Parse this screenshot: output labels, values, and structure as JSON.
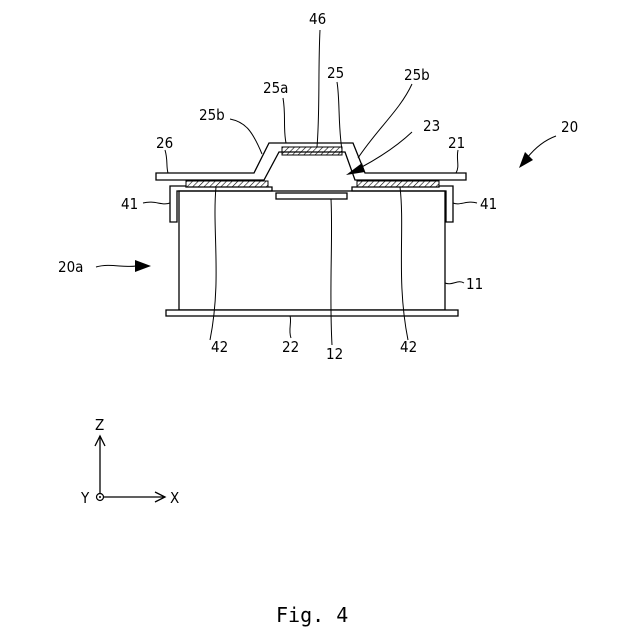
{
  "labels": {
    "l46": "46",
    "l25": "25",
    "l25a": "25a",
    "l25b_top": "25b",
    "l25b_left": "25b",
    "l23": "23",
    "l20": "20",
    "l26": "26",
    "l21": "21",
    "l41_left": "41",
    "l41_right": "41",
    "l20a": "20a",
    "l11": "11",
    "l42_left": "42",
    "l22": "22",
    "l12": "12",
    "l42_right": "42"
  },
  "axes": {
    "z": "Z",
    "y": "Y",
    "x": "X"
  },
  "caption": "Fig. 4"
}
